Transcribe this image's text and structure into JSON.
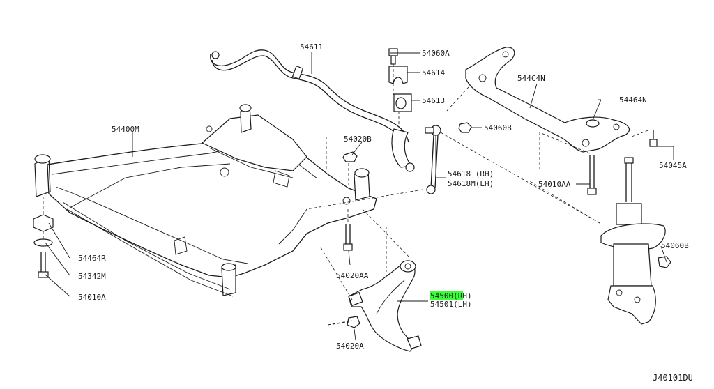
{
  "diagram_code": "J40101DU",
  "labels": {
    "stabilizer_bar": "54611",
    "bracket_bolt": "54060A",
    "clamp": "54614",
    "bushing": "54613",
    "subframe": "54400M",
    "subframe_bolt_front": "54020B",
    "stay_nut": "54060B",
    "connecting_rod": "54618 (RH)",
    "connecting_rod_lh": "54618M(LH)",
    "stay": "544C4N",
    "stay_washer": "54464N",
    "stay_bolt": "54045A",
    "stay_rear_bolt": "54010AA",
    "strut_nut": "54060B",
    "mount_washer_left": "54464R",
    "washer": "54342M",
    "bolt_left": "54010A",
    "subframe_bolt_mid": "54020AA",
    "lower_arm_rh": "54500(RH)",
    "lower_arm_lh": "54501(LH)",
    "arm_bolt": "54020A"
  },
  "highlight_color": "#39ff39",
  "line_color": "#1a1a1a"
}
